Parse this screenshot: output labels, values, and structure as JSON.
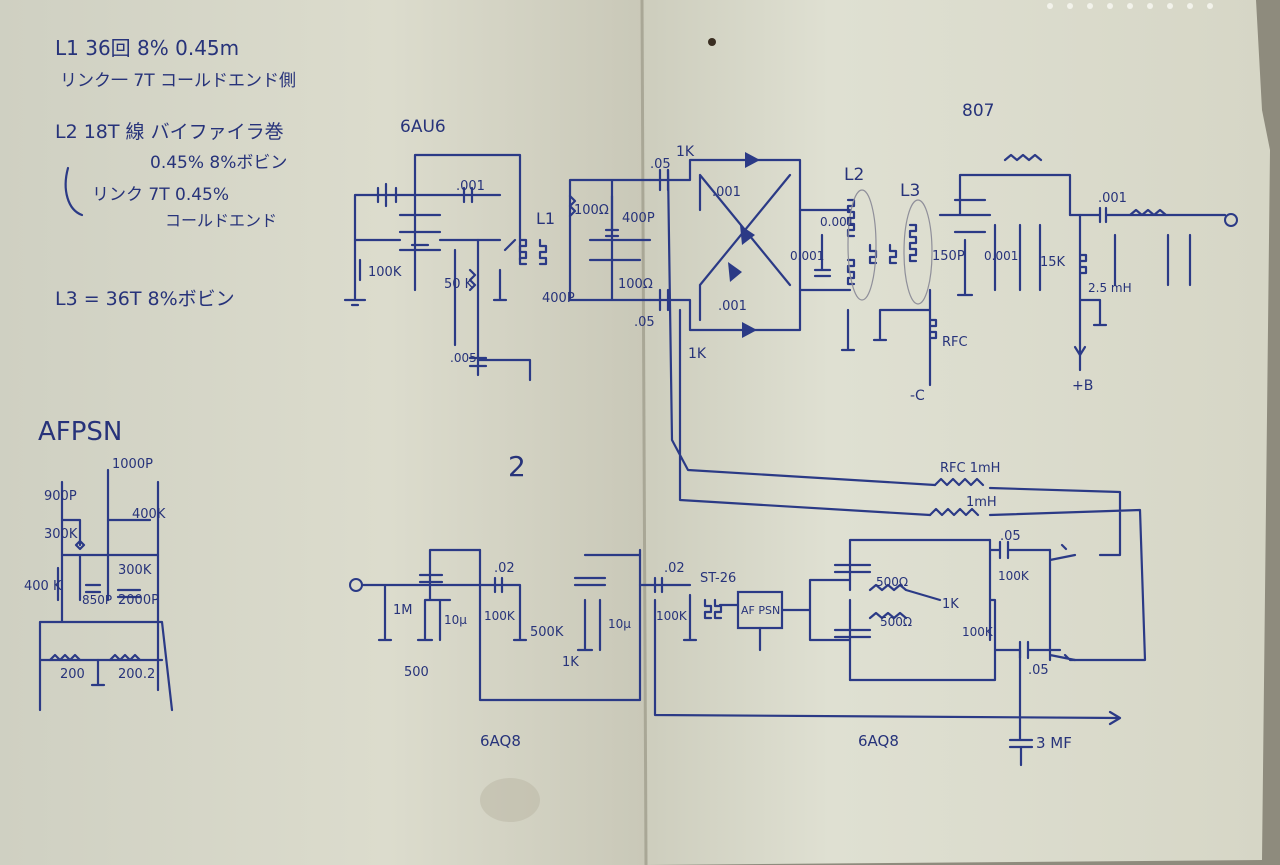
{
  "notes": {
    "l1_line1": "L1  36回  8%  0.45m",
    "l1_line2": "リンク一 7T コールドエンド側",
    "l2_line1": "L2   18T 線 バイファイラ巻",
    "l2_line2": "0.45%   8%ボビン",
    "l2_line3": "リンク 7T 0.45%",
    "l2_line4": "コールドエンド",
    "l3_line1": "L3 = 36T  8%ボビン"
  },
  "afpsn": {
    "title": "AFPSN",
    "labels": [
      "1000P",
      "900P",
      "300K",
      "400K",
      "300K",
      "400 K",
      "850P",
      "2000P",
      "200",
      "200.2"
    ]
  },
  "tubes": {
    "rf_osc": "6AU6",
    "pa": "807",
    "af1": "6AQ8",
    "af2": "6AQ8"
  },
  "stage_mark": "2",
  "component_labels": {
    "c_001_a": ".001",
    "r_100k_a": "100K",
    "r_50k": "50 K",
    "c_005": ".005",
    "r_100_a": "100Ω",
    "c_400p_a": "400P",
    "r_100_b": "100Ω",
    "c_400p_b": "400P",
    "l1": "L1",
    "c_05_a": ".05",
    "r_1k_a": "1K",
    "c_001_b": ".001",
    "c_05_b": ".05",
    "r_1k_b": "1K",
    "c_001_c": ".001",
    "l2": "L2",
    "l3": "L3",
    "c_0001_a": "0.001",
    "c_0001_b": "0.001",
    "c_150p": "150P",
    "rfc_a": "RFC",
    "c_001_out": ".001",
    "r_15k": "15K",
    "l_25mh": "2.5 mH",
    "c_001_pa": "0.001",
    "minus_c": "-C",
    "plus_b": "+B",
    "rfc_1mh": "RFC 1mH",
    "l_1mh": "1mH",
    "r_1m": "1M",
    "c_02_a": ".02",
    "r_100k_b": "100K",
    "r_500k": "500K",
    "c_10u_a": "10μ",
    "r_500": "500",
    "r_1k_c": "1K",
    "c_02_b": ".02",
    "st26": "ST-26",
    "af_psn": "AF PSN",
    "r_100k_c": "100K",
    "r_500_a": "500Ω",
    "r_500_b": "500Ω",
    "r_1k_d": "1K",
    "c_05_c": ".05",
    "r_100k_d": "100K",
    "r_100k_e": "100K",
    "c_05_d": ".05",
    "c_3mf": "3 MF",
    "c_10u_b": "10μ"
  }
}
